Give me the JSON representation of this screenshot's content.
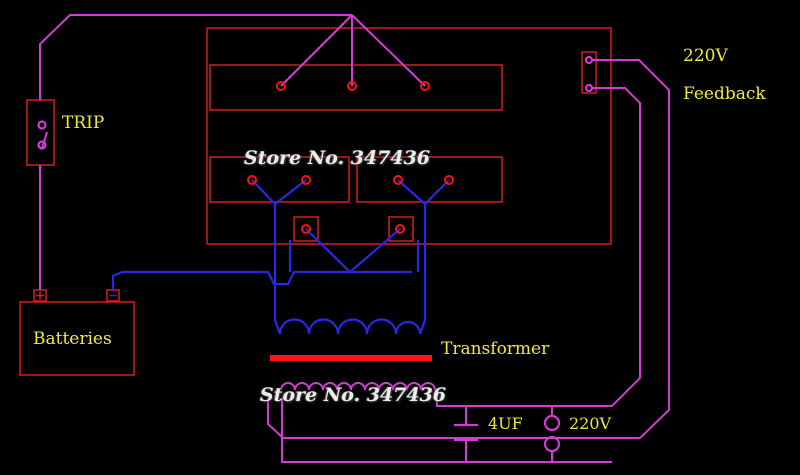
{
  "labels": {
    "trip": "TRIP",
    "feedback_voltage": "220V",
    "feedback": "Feedback",
    "batteries": "Batteries",
    "transformer": "Transformer",
    "capacitor": "4UF",
    "output_voltage": "220V",
    "battery_plus": "+",
    "battery_minus": "−"
  },
  "watermarks": [
    "Store No. 347436",
    "Store No. 347436"
  ],
  "colors": {
    "background": "#000000",
    "board_outline": "#d21e1e",
    "magenta_wire": "#d23cd2",
    "blue_wire": "#2828e6",
    "label_text": "#f0ea3c",
    "transformer_core": "#ff1414",
    "watermark": "#ececec"
  }
}
